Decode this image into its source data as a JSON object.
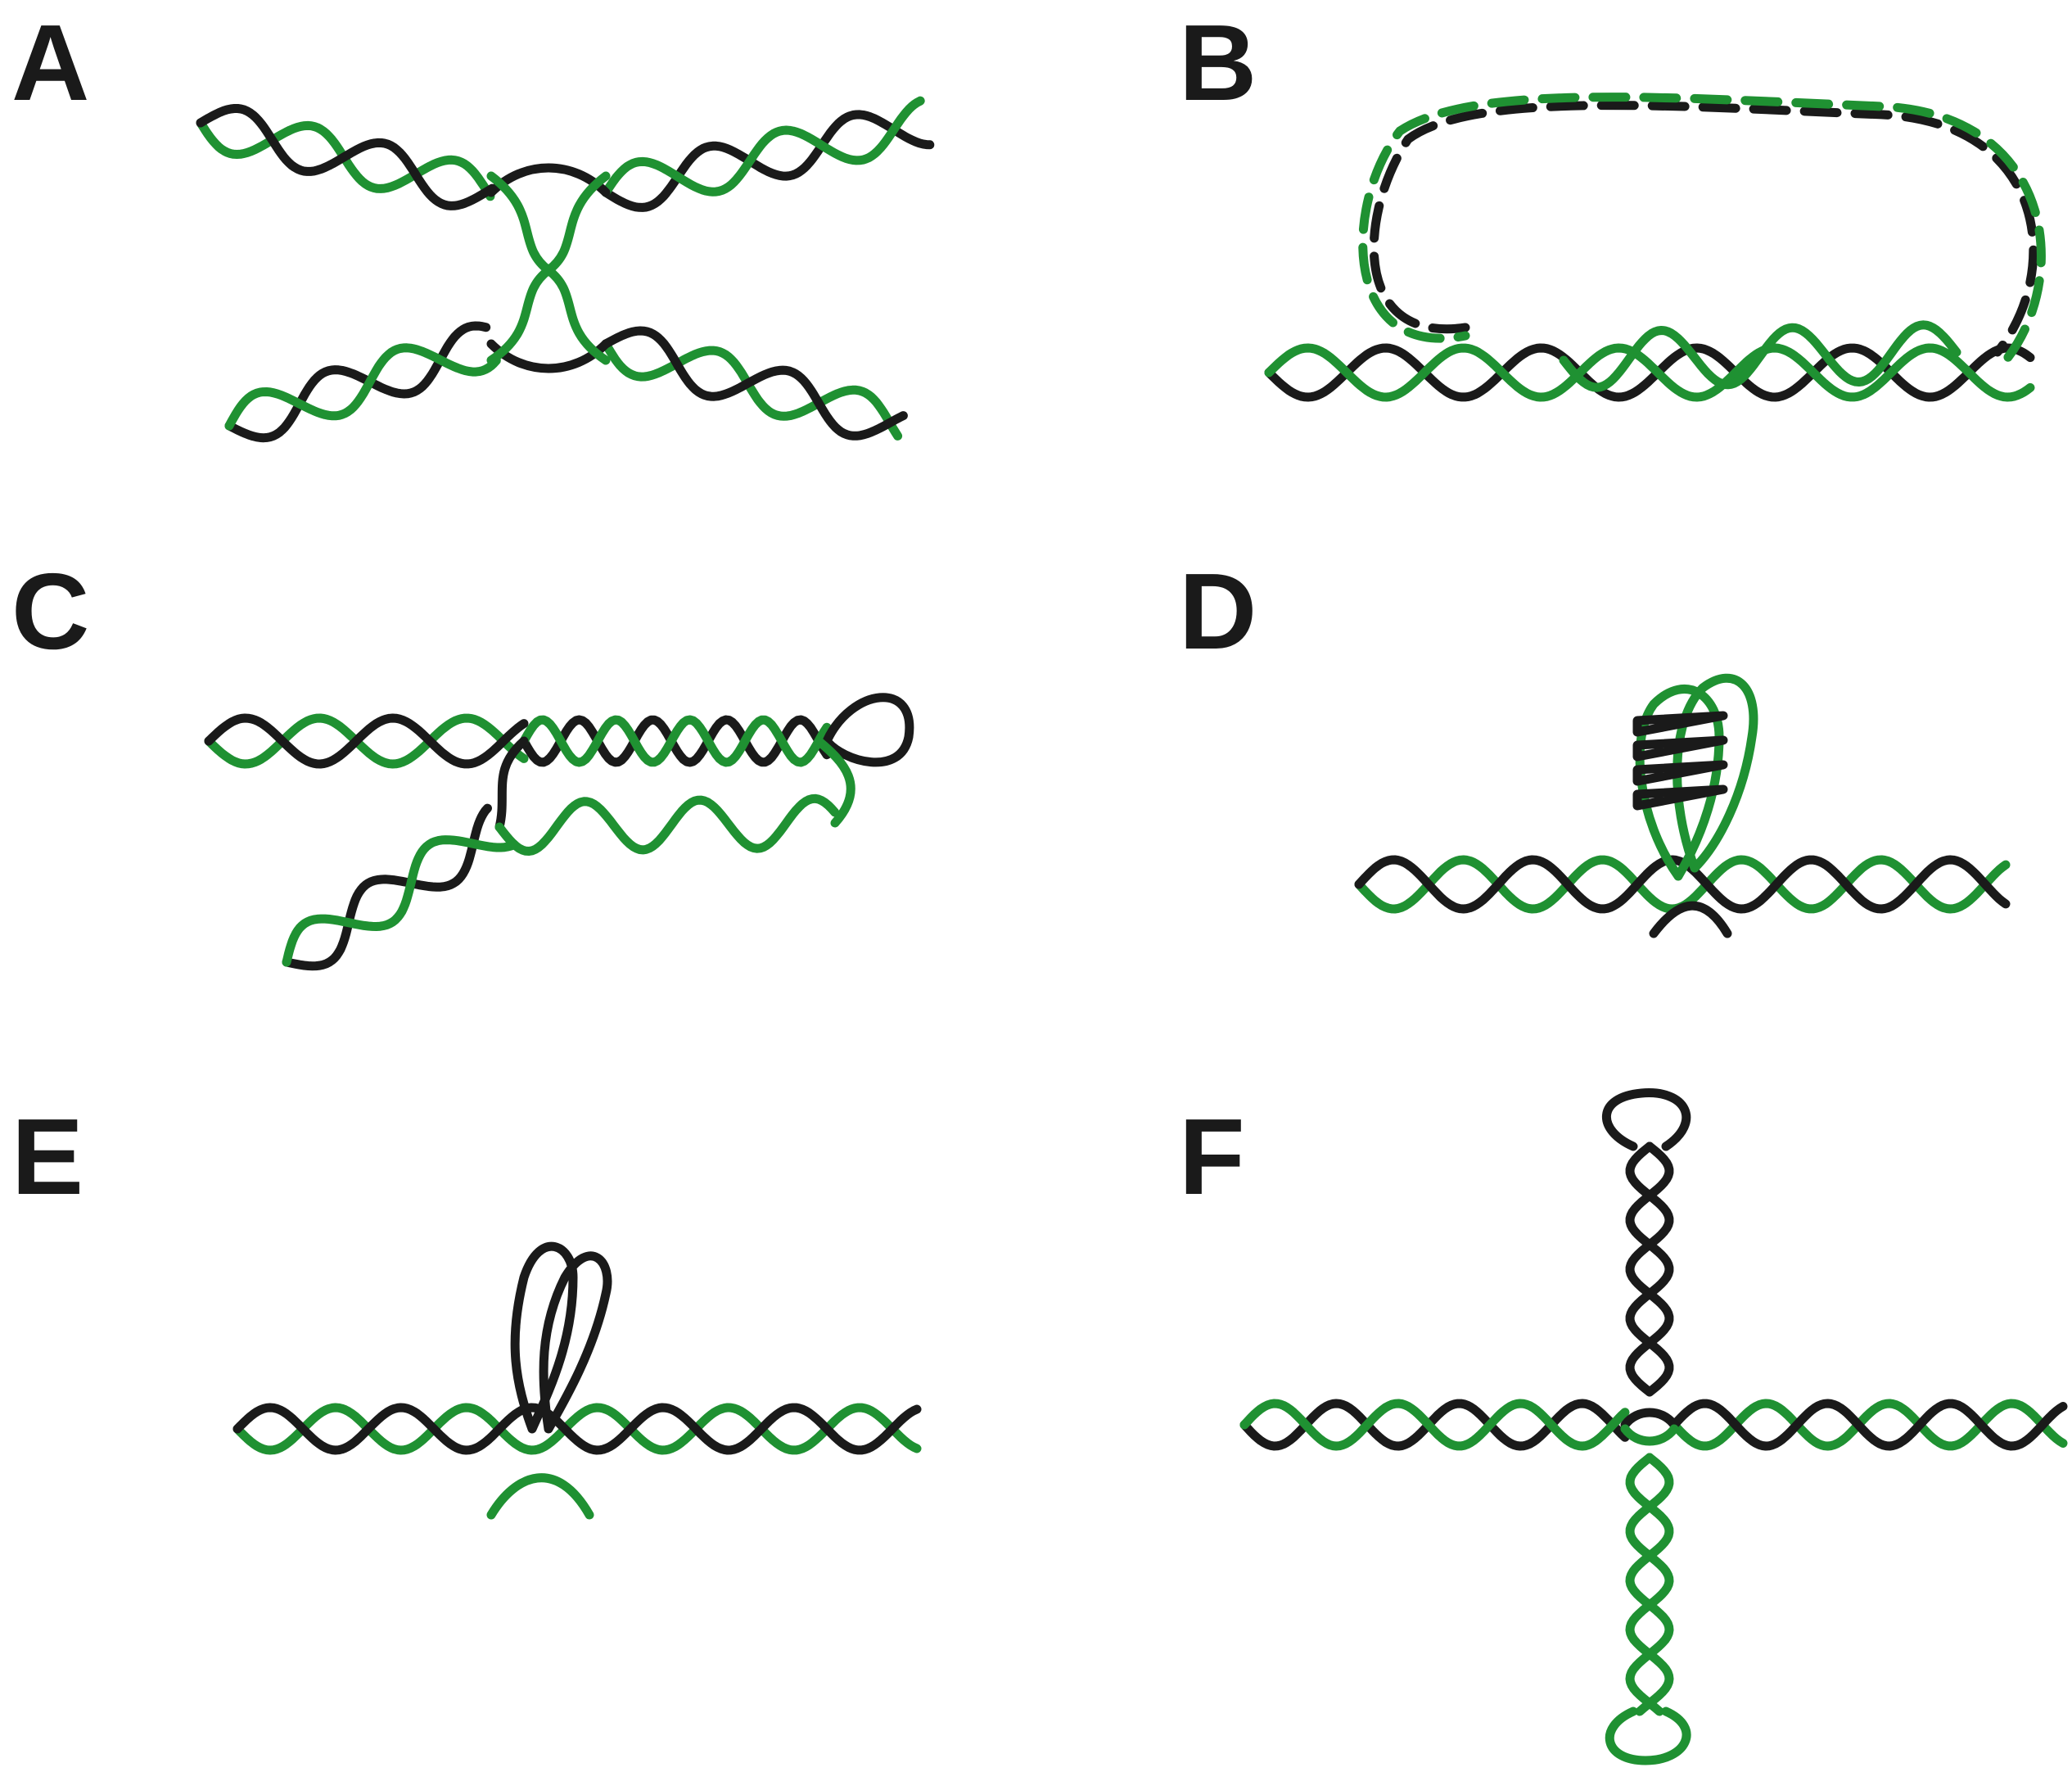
{
  "panels": [
    {
      "id": "A",
      "label": "A"
    },
    {
      "id": "B",
      "label": "B"
    },
    {
      "id": "C",
      "label": "C"
    },
    {
      "id": "D",
      "label": "D"
    },
    {
      "id": "E",
      "label": "E"
    },
    {
      "id": "F",
      "label": "F"
    }
  ],
  "colors": {
    "strand_black": "#1a1a1a",
    "strand_green": "#1f9132",
    "label": "#1a1a1a",
    "background": "#ffffff"
  }
}
